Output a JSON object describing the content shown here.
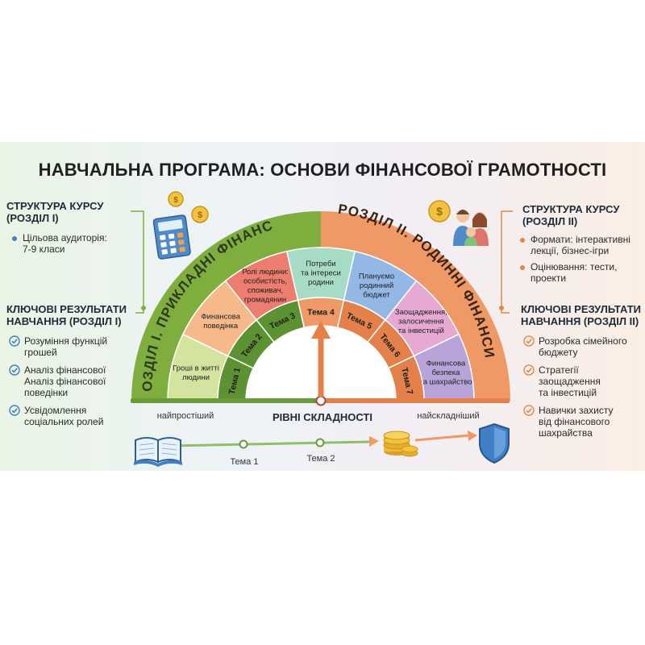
{
  "title": "НАВЧАЛЬНА ПРОГРАМА: ОСНОВИ ФІНАНСОВОЇ ГРАМОТНОСТІ",
  "left": {
    "structure": {
      "heading": [
        "СТРУКТУРА КУРСУ",
        "(РОЗДІЛ І)"
      ],
      "items": [
        [
          "Цільова аудиторія:",
          "7-9 класи"
        ]
      ]
    },
    "results": {
      "heading": [
        "КЛЮЧОВІ РЕЗУЛЬТАТИ",
        "НАВЧАННЯ (РОЗДІЛ І)"
      ],
      "items": [
        [
          "Розуміння функцій",
          "грошей"
        ],
        [
          "Аналіз фінансової",
          "Аналіз фінансової",
          "поведінки"
        ],
        [
          "Усвідомлення",
          "соціальних ролей"
        ]
      ]
    }
  },
  "right": {
    "structure": {
      "heading": [
        "СТРУКТУРА КУРСУ",
        "(РОЗДІЛ ІІ)"
      ],
      "items": [
        [
          "Формати: інтерактивні",
          "лекції, бізнес-ігри"
        ],
        [
          "Оцінювання: тести,",
          "проекти"
        ]
      ]
    },
    "results": {
      "heading": [
        "КЛЮЧОВІ РЕЗУЛЬТАТИ",
        "НАВЧАННЯ (РОЗДІЛ ІІ)"
      ],
      "items": [
        [
          "Розробка сімейного",
          "бюджету"
        ],
        [
          "Стратегії",
          "заощадження",
          "та інвестицій"
        ],
        [
          "Навички захисту",
          "від фінансового",
          "шахрайства"
        ]
      ]
    }
  },
  "arc": {
    "section1_label": "РОЗДІЛ І. ПРИКЛАДНІ ФІНАНСИ",
    "section2_label": "РОЗДІЛ ІІ. РОДИННІ ФІНАНСИ",
    "topics": [
      {
        "tema": "Тема 1",
        "text": [
          "Гроші в житті",
          "людини"
        ],
        "color": "#d2e49e"
      },
      {
        "tema": "Тема 2",
        "text": [
          "Финансова",
          "поведінка"
        ],
        "color": "#f5b98a"
      },
      {
        "tema": "Тема 3",
        "text": [
          "Ролі людини:",
          "особистість,",
          "споживач,",
          "громадянин"
        ],
        "color": "#ec7d6f"
      },
      {
        "tema": "Тема 4",
        "text": [
          "Потреби",
          "та інтереси",
          "родини"
        ],
        "color": "#a6dbc6"
      },
      {
        "tema": "Тема 5",
        "text": [
          "Плануємо",
          "родинний",
          "бюджет"
        ],
        "color": "#94b8e6"
      },
      {
        "tema": "Тема 6",
        "text": [
          "Заощадження,",
          "залосичення",
          "та інвестицій"
        ],
        "color": "#e5a9d2"
      },
      {
        "tema": "Тема 7",
        "text": [
          "Финансова",
          "безпека",
          "та шахрайство"
        ],
        "color": "#b9a4d9"
      }
    ],
    "axis_title": "РІВНІ СКЛАДНОСТІ",
    "easy_label": "найпростіший",
    "hard_label": "найскладніший"
  },
  "timeline": {
    "labels": [
      "Тема 1",
      "Тема 2"
    ]
  },
  "colors": {
    "section1": "#7fae3e",
    "section1_ring": "#5d9232",
    "section2": "#ef9a66",
    "section2_ring": "#e4804a",
    "axis": "#6b9a3c",
    "arrow": "#e67e45",
    "check_blue": "#3f7fc8",
    "check_orange": "#e0894a"
  },
  "icons": [
    "calculator-icon",
    "coins-icon",
    "family-icon",
    "dollar-coin-icon",
    "book-icon",
    "coin-stack-icon",
    "shield-icon"
  ]
}
